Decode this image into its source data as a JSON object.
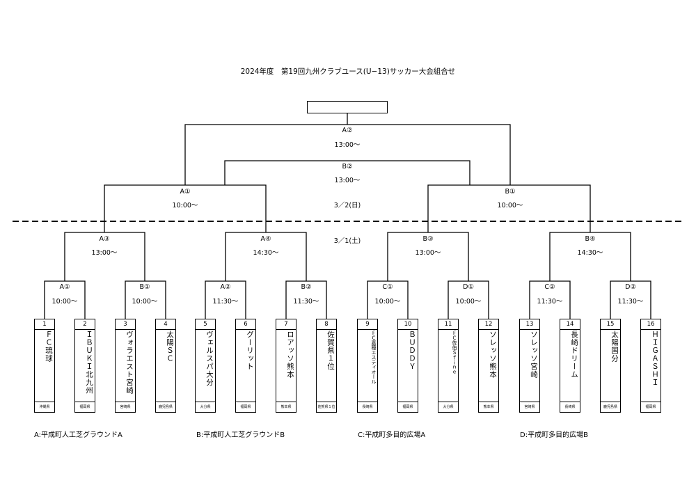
{
  "title": "2024年度　第19回九州クラブユース(U−13)サッカー大会組合せ",
  "dates": {
    "day2": "3／2(日)",
    "day1": "3／1(土)"
  },
  "final": {
    "code": "A②",
    "time": "13:00〜"
  },
  "third_place": {
    "code": "B②",
    "time": "13:00〜"
  },
  "semifinals": [
    {
      "code": "A①",
      "time": "10:00〜"
    },
    {
      "code": "B①",
      "time": "10:00〜"
    }
  ],
  "quarterfinals": [
    {
      "code": "A③",
      "time": "13:00〜"
    },
    {
      "code": "A④",
      "time": "14:30〜"
    },
    {
      "code": "B③",
      "time": "13:00〜"
    },
    {
      "code": "B④",
      "time": "14:30〜"
    }
  ],
  "first_round": [
    {
      "code": "A①",
      "time": "10:00〜"
    },
    {
      "code": "B①",
      "time": "10:00〜"
    },
    {
      "code": "A②",
      "time": "11:30〜"
    },
    {
      "code": "B②",
      "time": "11:30〜"
    },
    {
      "code": "C①",
      "time": "10:00〜"
    },
    {
      "code": "D①",
      "time": "10:00〜"
    },
    {
      "code": "C②",
      "time": "11:30〜"
    },
    {
      "code": "D②",
      "time": "11:30〜"
    }
  ],
  "teams": [
    {
      "num": "1",
      "name": "ＦＣ琉球",
      "pref": "沖縄県"
    },
    {
      "num": "2",
      "name": "ＩＢＵＫＩ北九州",
      "pref": "福岡県"
    },
    {
      "num": "3",
      "name": "ヴォラエスト宮崎",
      "pref": "宮崎県"
    },
    {
      "num": "4",
      "name": "太陽ＳＣ",
      "pref": "鹿児島県"
    },
    {
      "num": "5",
      "name": "ヴェルスパ大分",
      "pref": "大分県"
    },
    {
      "num": "6",
      "name": "グーリット",
      "pref": "福岡県"
    },
    {
      "num": "7",
      "name": "ロアッソ熊本",
      "pref": "熊本県"
    },
    {
      "num": "8",
      "name": "佐賀県１位",
      "pref": "佐賀県１位"
    },
    {
      "num": "9",
      "name": "ＦＣ嘉穂エスティオール",
      "pref": "長崎県"
    },
    {
      "num": "10",
      "name": "ＢＵＤＤＹ",
      "pref": "福岡県"
    },
    {
      "num": "11",
      "name": "ＦＣ佐伯Ｓｆｉｎｅ",
      "pref": "大分県"
    },
    {
      "num": "12",
      "name": "ソレッソ熊本",
      "pref": "熊本県"
    },
    {
      "num": "13",
      "name": "ソレッソ宮崎",
      "pref": "宮崎県"
    },
    {
      "num": "14",
      "name": "長崎ドリーム",
      "pref": "長崎県"
    },
    {
      "num": "15",
      "name": "太陽国分",
      "pref": "鹿児島県"
    },
    {
      "num": "16",
      "name": "ＨＩＧＡＳＨＩ",
      "pref": "福岡県"
    }
  ],
  "venues": [
    "A:平成町人工芝グラウンドA",
    "B:平成町人工芝グラウンドB",
    "C:平成町多目的広場A",
    "D:平成町多目的広場B"
  ]
}
